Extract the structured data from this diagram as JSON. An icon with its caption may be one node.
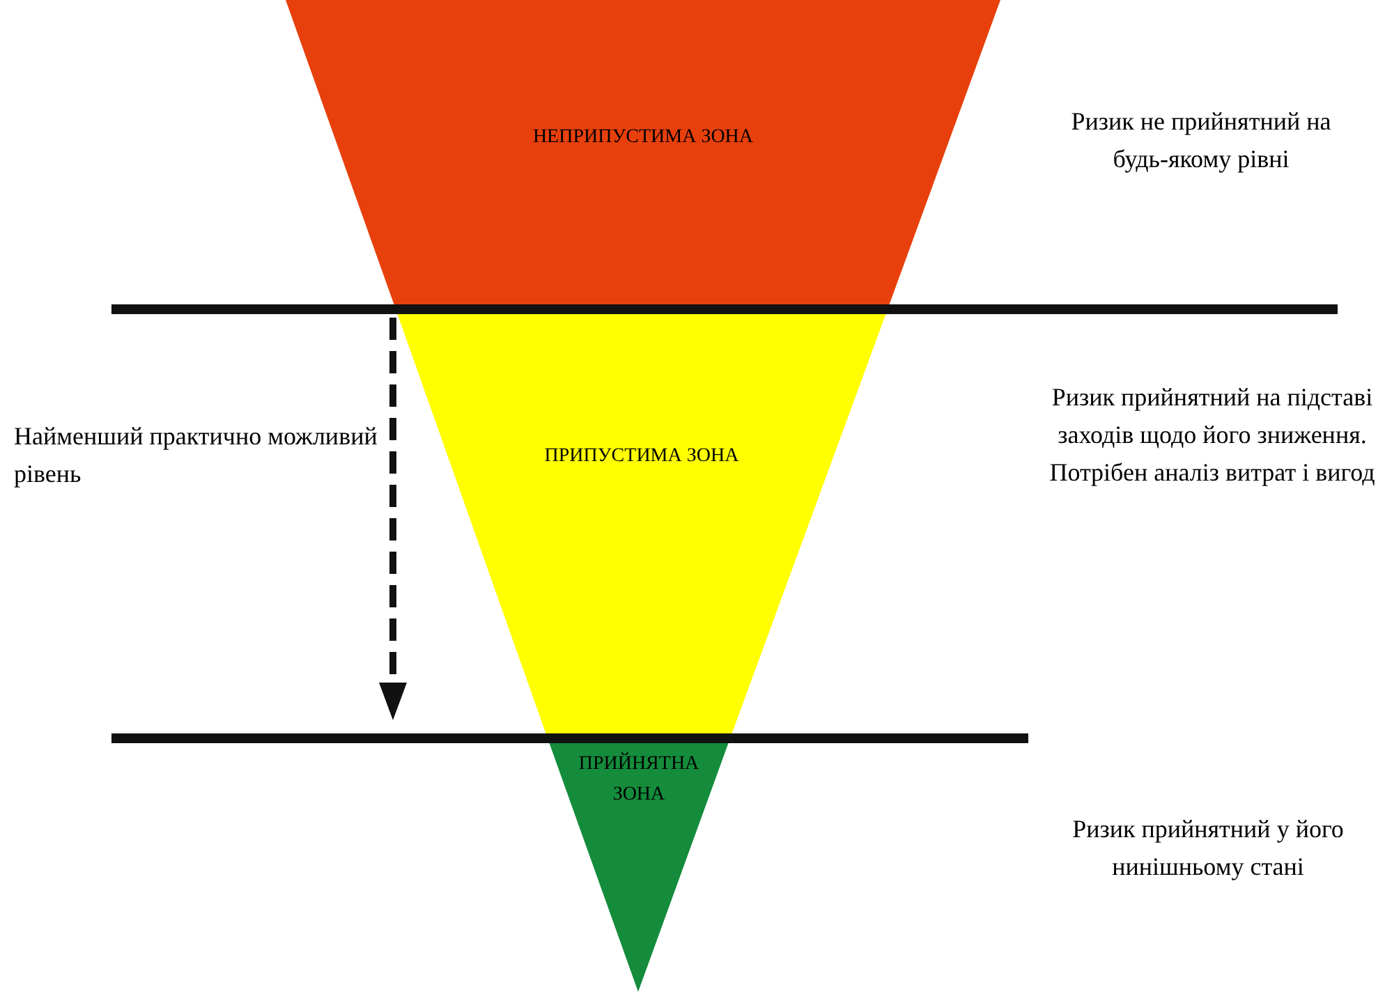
{
  "diagram": {
    "nodes": [
      {
        "text": [
          "НЕПРИПУСТИМА ЗОНА"
        ]
      },
      {
        "text": [
          "ПРИПУСТИМА ЗОНА"
        ]
      },
      {
        "text": [
          "ПРИЙНЯТНА ЗОНА"
        ]
      }
    ],
    "labels": [
      "Ризик не прийнятний на будь-якому рівні",
      "Ризик прийнятний на підставі заходів щодо його зниження. Потрібен аналіз витрат і вигод",
      "Найменший практично можливий рівень",
      "Ризик прийнятний у його нинішньому стані"
    ]
  }
}
